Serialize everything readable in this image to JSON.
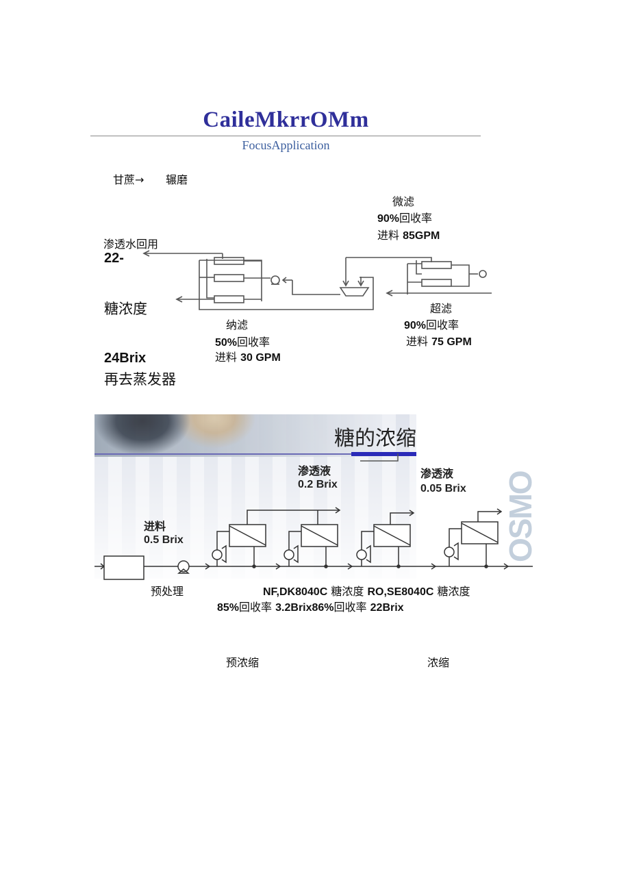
{
  "header": {
    "title": "CaileMkrrOMm",
    "subtitle": "FocusApplication"
  },
  "process_top": {
    "sugarcane": "甘蔗→",
    "milling": "辗磨",
    "microfiltration": {
      "name": "微滤",
      "recovery_value": "90%",
      "recovery_label": "回收率",
      "feed_label": "进料",
      "feed_value": "85GPM"
    },
    "ultrafiltration": {
      "name": "超滤",
      "recovery_value": "90%",
      "recovery_label": "回收率",
      "feed_label": "进料",
      "feed_value": "75 GPM"
    },
    "nanofiltration": {
      "name": "纳滤",
      "recovery_value": "50%",
      "recovery_label": "回收率",
      "feed_label": "进料",
      "feed_value": "30 GPM"
    },
    "permeate_reuse": "渗透水回用",
    "conc_prefix": "22-",
    "sugar_conc_label": "糖浓度",
    "conc_value": "24Brix",
    "to_evaporator": "再去蒸发器"
  },
  "banner": {
    "title": "糖的浓缩",
    "watermark": "OSMO",
    "feed_label": "进料",
    "feed_brix": "0.5 Brix",
    "permeate1_label": "渗透液",
    "permeate1_brix": "0.2 Brix",
    "permeate2_label": "渗透液",
    "permeate2_brix": "0.05 Brix"
  },
  "captions": {
    "pretreatment": "预处理",
    "line1_nf": "NF,DK8040C",
    "line1_conc1": "糖浓度",
    "line1_ro": "RO,SE8040C",
    "line1_conc2": "糖浓度",
    "line2_rec1_val": "85%",
    "line2_rec1_lbl": "回收率",
    "line2_brix1": "3.2Brix86%",
    "line2_rec2_lbl": "回收率",
    "line2_brix2": "22Brix",
    "pre_concentration": "预浓缩",
    "concentration": "浓缩"
  }
}
